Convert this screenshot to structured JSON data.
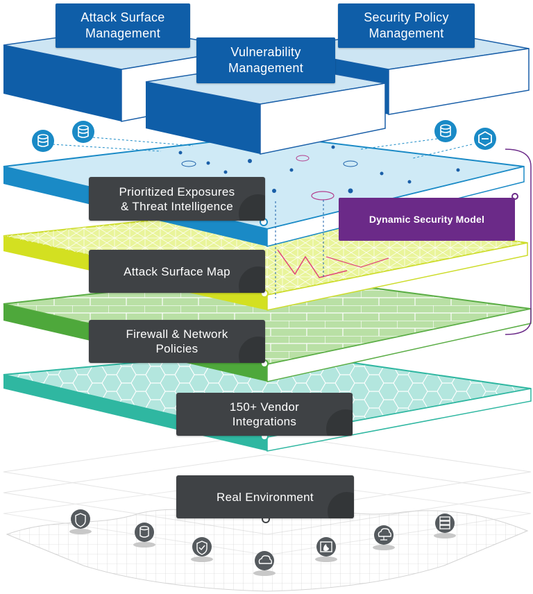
{
  "modules": {
    "attack_surface": "Attack Surface\nManagement",
    "vulnerability": "Vulnerability\nManagement",
    "security_policy": "Security Policy\nManagement"
  },
  "layers": {
    "exposures": "Prioritized Exposures\n& Threat Intelligence",
    "attack_map": "Attack Surface Map",
    "firewall": "Firewall & Network\nPolicies",
    "vendor": "150+ Vendor\nIntegrations",
    "real_env": "Real Environment"
  },
  "model_label": "Dynamic Security Model",
  "colors": {
    "module_blue": "#0f5ea8",
    "exposure_layer": "#cfeaf6",
    "attack_layer": "#e9f49a",
    "firewall_layer": "#b9e0a5",
    "vendor_layer": "#b3e6de",
    "label_dark": "#3f4245",
    "model_purple": "#6b2a88"
  },
  "icons": [
    "database-icon",
    "database-icon",
    "database-icon",
    "skybox-logo-icon",
    "shield-fire-icon",
    "server-stack-icon",
    "shield-check-icon",
    "cloud-icon",
    "firewall-device-icon",
    "cloud-network-icon",
    "server-rack-icon"
  ]
}
